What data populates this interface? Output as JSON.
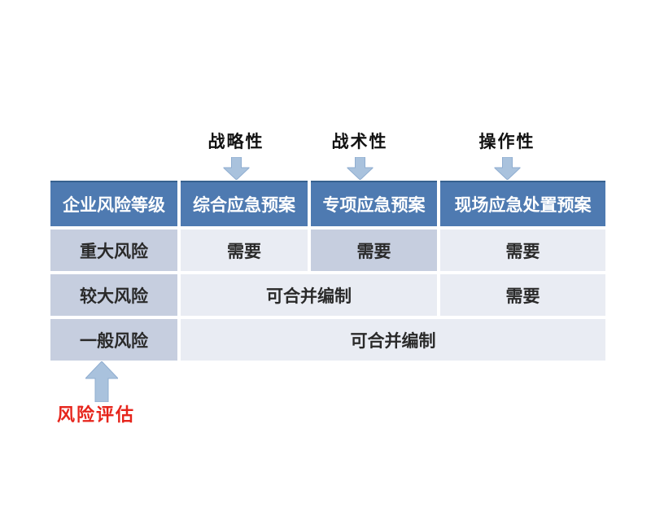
{
  "diagram_title_semantic": "enterprise-risk-level-vs-emergency-plan-requirements",
  "colors": {
    "header_bg": "#4e7ab1",
    "header_top_border": "#36618f",
    "header_text": "#ffffff",
    "dark_cell_bg": "#c6cedf",
    "light_cell_bg": "#e9ecf3",
    "cell_text": "#2a2a2a",
    "arrow_fill": "#a9c2dd",
    "arrow_stroke": "#8fadd0",
    "risk_assessment_text": "#e6251c",
    "page_bg": "#ffffff"
  },
  "annotations": {
    "top": [
      {
        "label": "战略性"
      },
      {
        "label": "战术性"
      },
      {
        "label": "操作性"
      }
    ],
    "bottom": {
      "label": "风险评估"
    }
  },
  "table": {
    "headers": [
      "企业风险等级",
      "综合应急预案",
      "专项应急预案",
      "现场应急处置预案"
    ],
    "rows": [
      {
        "level": "重大风险",
        "cells": [
          "需要",
          "需要",
          "需要"
        ]
      },
      {
        "level": "较大风险",
        "cells": [
          "可合并编制",
          "需要"
        ],
        "note": "first cell spans 综合+专项 columns"
      },
      {
        "level": "一般风险",
        "cells": [
          "可合并编制"
        ],
        "note": "cell spans 综合+专项+现场 columns"
      }
    ]
  }
}
